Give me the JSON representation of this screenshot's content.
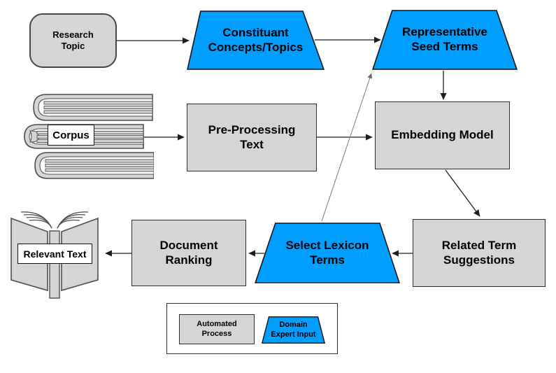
{
  "colors": {
    "automated_gray": "#D5D5D5",
    "domain_expert_blue": "#009FFF",
    "shape_outline": "#141414",
    "connector_dark": "#1d1d1d",
    "connector_gray": "#7a7a7a"
  },
  "nodes": {
    "research_topic": {
      "label": "Research\nTopic",
      "shape": "rounded-rectangle",
      "fill": "gray"
    },
    "constituant": {
      "label": "Constituant\nConcepts/Topics",
      "shape": "trapezoid",
      "fill": "blue"
    },
    "representative": {
      "label": "Representative\nSeed Terms",
      "shape": "trapezoid",
      "fill": "blue"
    },
    "corpus": {
      "label": "Corpus",
      "shape": "book-stack-icon-with-label"
    },
    "pre_processing": {
      "label": "Pre-Processing\nText",
      "shape": "rectangle",
      "fill": "gray"
    },
    "embedding": {
      "label": "Embedding Model",
      "shape": "rectangle",
      "fill": "gray"
    },
    "related_terms": {
      "label": "Related Term\nSuggestions",
      "shape": "rectangle",
      "fill": "gray"
    },
    "select_lexicon": {
      "label": "Select Lexicon\nTerms",
      "shape": "trapezoid",
      "fill": "blue"
    },
    "document_ranking": {
      "label": "Document\nRanking",
      "shape": "rectangle",
      "fill": "gray"
    },
    "relevant_text": {
      "label": "Relevant Text",
      "shape": "open-book-icon-with-label"
    }
  },
  "edges": [
    {
      "from": "Research Topic",
      "to": "Constituant Concepts/Topics",
      "style": "solid-arrow"
    },
    {
      "from": "Constituant Concepts/Topics",
      "to": "Representative Seed Terms",
      "style": "solid-arrow"
    },
    {
      "from": "Representative Seed Terms",
      "to": "Embedding Model",
      "style": "solid-arrow"
    },
    {
      "from": "Corpus",
      "to": "Pre-Processing Text",
      "style": "solid-arrow"
    },
    {
      "from": "Pre-Processing Text",
      "to": "Embedding Model",
      "style": "solid-arrow"
    },
    {
      "from": "Embedding Model",
      "to": "Related Term Suggestions",
      "style": "solid-arrow"
    },
    {
      "from": "Related Term Suggestions",
      "to": "Select Lexicon Terms",
      "style": "solid-arrow"
    },
    {
      "from": "Select Lexicon Terms",
      "to": "Document Ranking",
      "style": "solid-arrow"
    },
    {
      "from": "Document Ranking",
      "to": "Relevant Text",
      "style": "solid-arrow"
    },
    {
      "from": "Select Lexicon Terms",
      "to": "Representative Seed Terms",
      "style": "thin-gray-arrow"
    }
  ],
  "legend": {
    "automated": "Automated\nProcess",
    "domain_expert": "Domain\nExpert Input"
  }
}
